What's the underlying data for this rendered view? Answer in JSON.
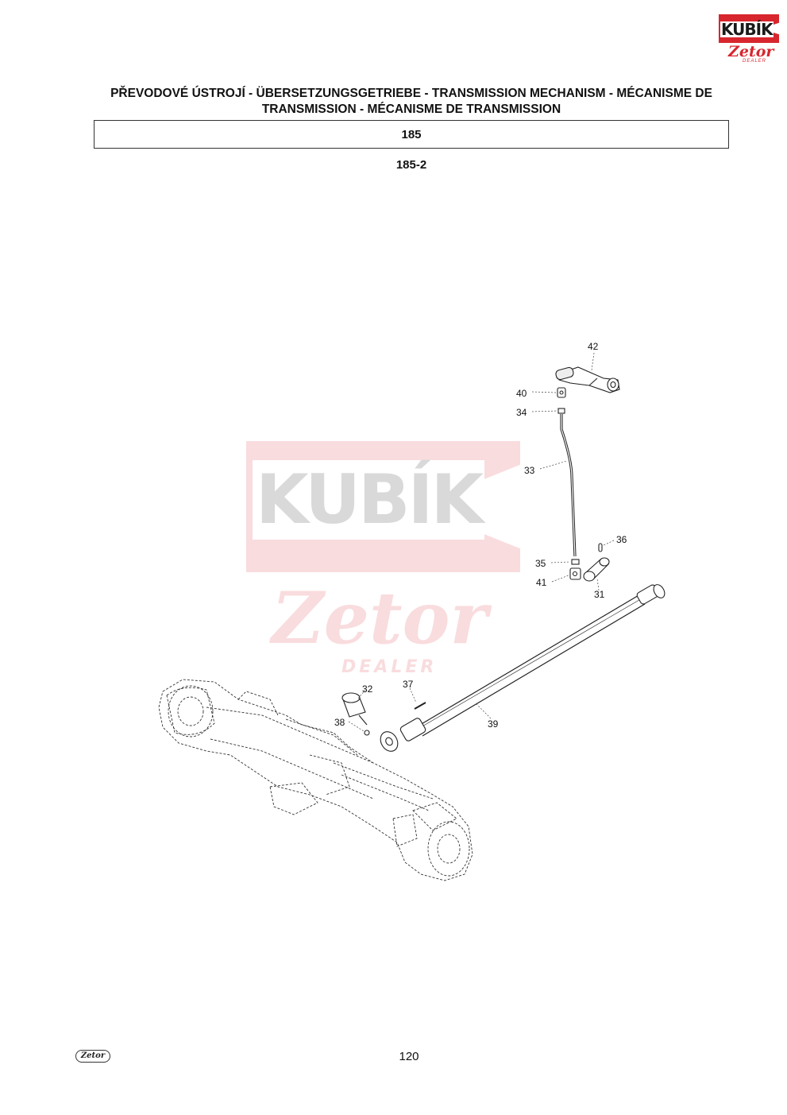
{
  "header": {
    "logo_brand": "KUBÍK",
    "logo_sub": "Zetor",
    "logo_dealer": "DEALER",
    "title": "PŘEVODOVÉ ÚSTROJÍ - ÜBERSETZUNGSGETRIEBE - TRANSMISSION MECHANISM - MÉCANISME DE TRANSMISSION - MÉCANISME DE TRANSMISSION",
    "section_number": "185",
    "figure_number": "185-2"
  },
  "watermark": {
    "brand": "KUBÍK",
    "sub": "Zetor",
    "dealer": "DEALER"
  },
  "parts": {
    "p42": "42",
    "p40": "40",
    "p34": "34",
    "p33": "33",
    "p36": "36",
    "p35": "35",
    "p41": "41",
    "p31": "31",
    "p32": "32",
    "p37": "37",
    "p38": "38",
    "p39": "39"
  },
  "footer": {
    "logo": "Zetor",
    "page_number": "120"
  },
  "colors": {
    "brand_red": "#d8262e",
    "watermark_red": "#e5656b",
    "ink": "#111111"
  }
}
